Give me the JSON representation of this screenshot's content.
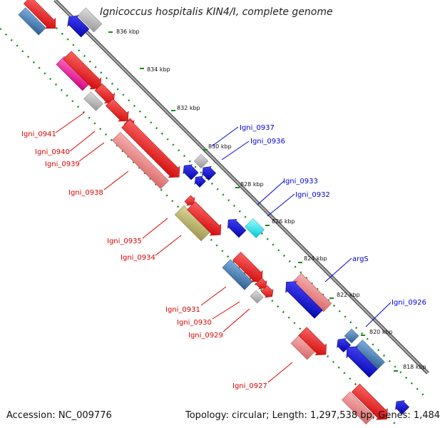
{
  "title": "Ignicoccus hospitalis KIN4/I, complete genome",
  "footer": {
    "accession": "Accession: NC_009776",
    "topology": "Topology: circular; Length: 1,297,538 bp; Genes: 1,484"
  },
  "ticks": [
    "836 kbp",
    "834 kbp",
    "832 kbp",
    "830 kbp",
    "828 kbp",
    "826 kbp",
    "824 kbp",
    "822 kbp",
    "820 kbp",
    "818 kbp"
  ],
  "labels_left": [
    "Igni_0941",
    "Igni_0940",
    "Igni_0939",
    "Igni_0938",
    "Igni_0935",
    "Igni_0934",
    "Igni_0931",
    "Igni_0930",
    "Igni_0929",
    "Igni_0927"
  ],
  "labels_right": [
    "Igni_0937",
    "Igni_0936",
    "Igni_0933",
    "Igni_0932",
    "argS",
    "Igni_0926"
  ],
  "colors": {
    "red": "#ff0000",
    "blue": "#0000ee",
    "steelblue": "#4a7fb5",
    "grey": "#b5b5b5",
    "salmon": "#f08080",
    "magenta": "#ff1aa0",
    "olive": "#bdb76b",
    "cyan": "#00ffff",
    "backbone": "#8a8a8a",
    "tick": "#1a8a1a",
    "label_red": "#e00000",
    "label_blue": "#0000dd"
  }
}
